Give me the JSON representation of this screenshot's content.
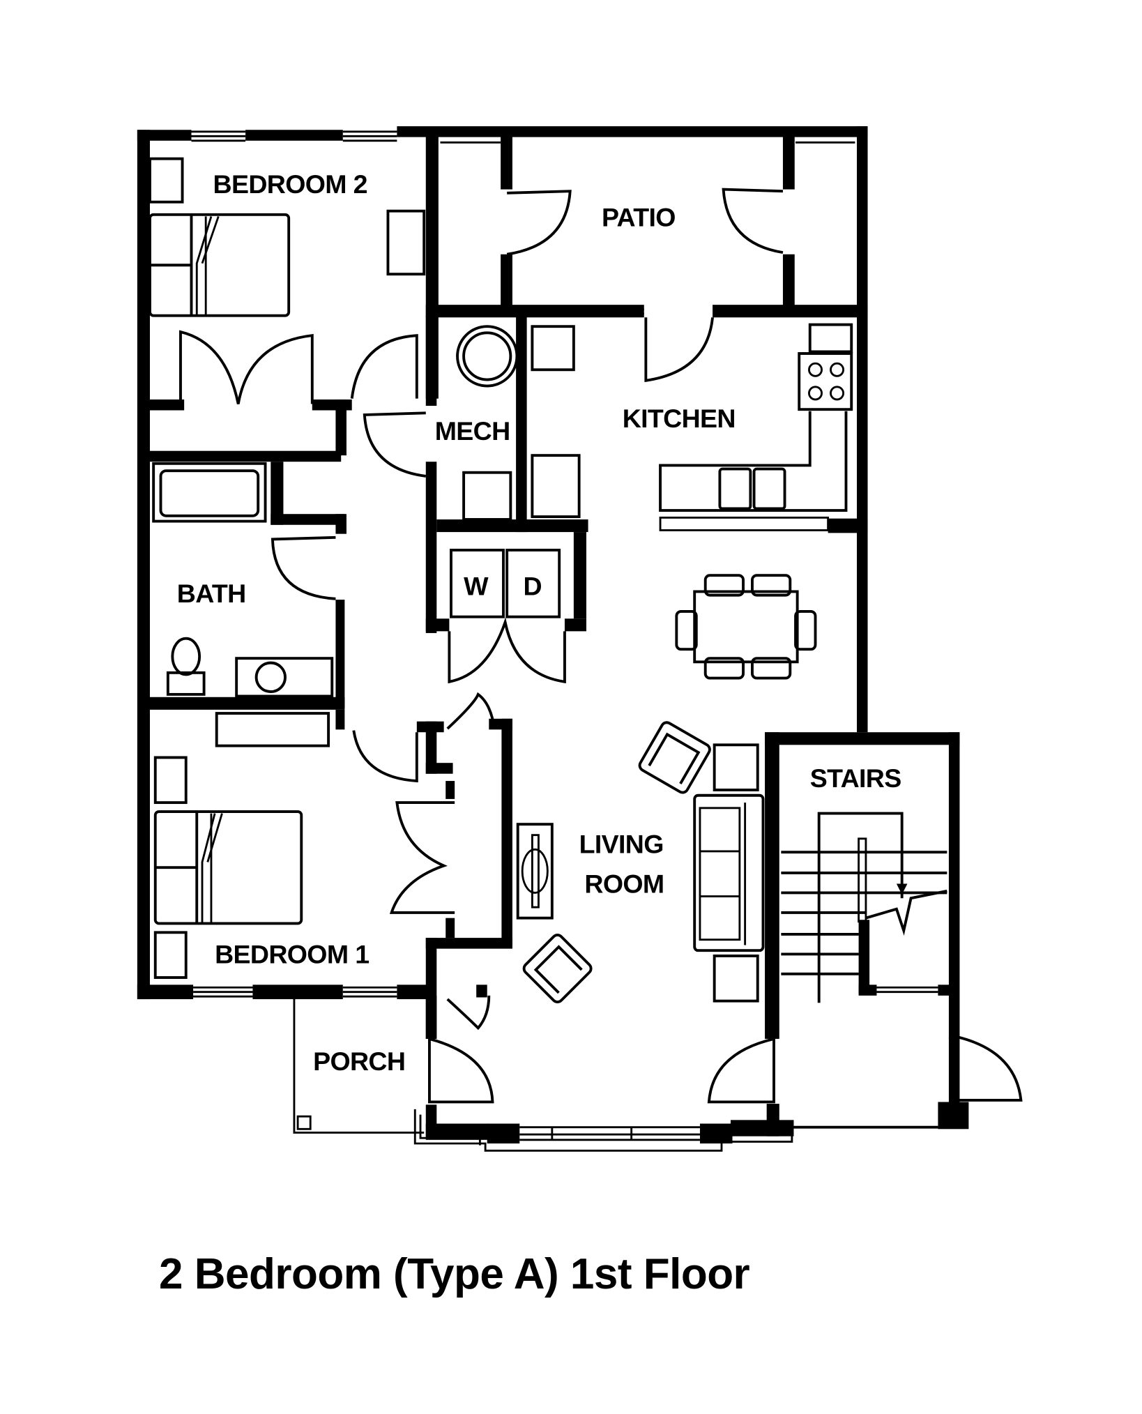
{
  "plan": {
    "title": "2 Bedroom (Type A) 1st Floor",
    "ink_color": "#000000",
    "background_color": "#ffffff",
    "rooms": {
      "bedroom2": "BEDROOM 2",
      "patio": "PATIO",
      "mech": "MECH",
      "kitchen": "KITCHEN",
      "bath": "BATH",
      "washer": "W",
      "dryer": "D",
      "living_line1": "LIVING",
      "living_line2": "ROOM",
      "stairs": "STAIRS",
      "bedroom1": "BEDROOM 1",
      "porch": "PORCH"
    },
    "fixtures": [
      "bed-icon",
      "bed-icon",
      "dresser-icon",
      "nightstand-icon",
      "closet-bifold-door-icon",
      "bathtub-icon",
      "toilet-icon",
      "sink-vanity-icon",
      "water-heater-icon",
      "furnace-icon",
      "stove-icon",
      "refrigerator-icon",
      "kitchen-sink-icon",
      "dining-table-icon",
      "sofa-icon",
      "armchair-icon",
      "fireplace-icon",
      "stair-arrow-icon",
      "door-swing-icon"
    ]
  }
}
